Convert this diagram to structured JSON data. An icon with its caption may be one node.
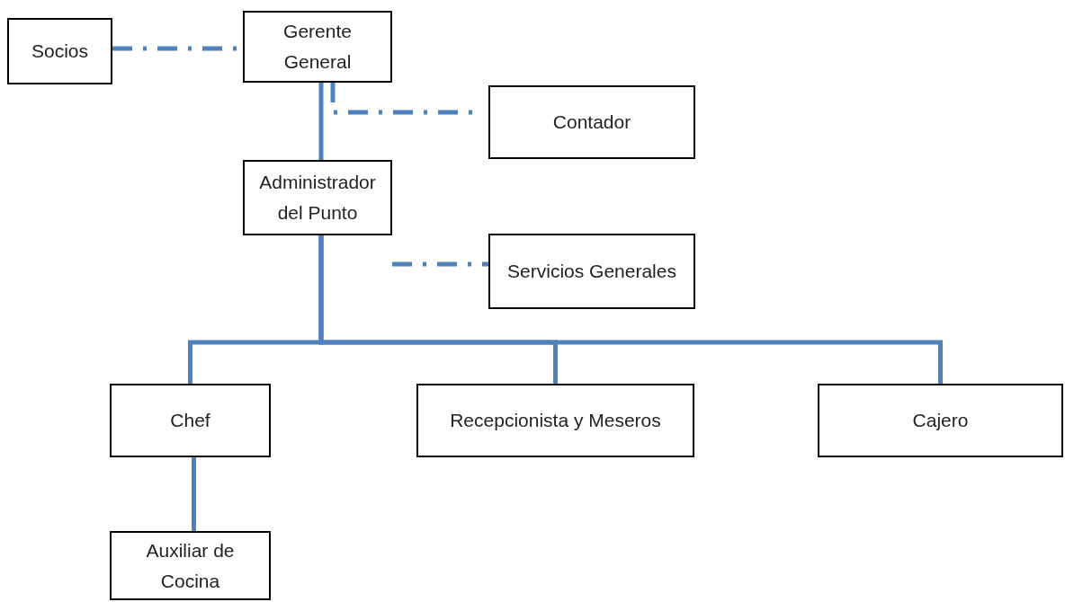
{
  "diagram": {
    "nodes": [
      {
        "text": [
          "Socios"
        ]
      },
      {
        "text": [
          "Gerente General"
        ]
      },
      {
        "text": [
          "Contador"
        ]
      },
      {
        "text": [
          "Administrador del Punto"
        ]
      },
      {
        "text": [
          "Servicios Generales"
        ]
      },
      {
        "text": [
          "Chef"
        ]
      },
      {
        "text": [
          "Recepcionista y Meseros"
        ]
      },
      {
        "text": [
          "Cajero"
        ]
      },
      {
        "text": [
          "Auxiliar de Cocina"
        ]
      }
    ],
    "edges": [
      {
        "from": 0,
        "to": 1,
        "arrow": "none",
        "style": "dashed"
      },
      {
        "from": 1,
        "to": 3,
        "arrow": "none"
      },
      {
        "from": 1,
        "to": 2,
        "arrow": "none",
        "style": "dashed"
      },
      {
        "from": 3,
        "to": 4,
        "arrow": "none",
        "style": "dashed"
      },
      {
        "from": 3,
        "to": 5,
        "arrow": "none"
      },
      {
        "from": 3,
        "to": 6,
        "arrow": "none"
      },
      {
        "from": 3,
        "to": 7,
        "arrow": "none"
      },
      {
        "from": 5,
        "to": 8,
        "arrow": "none"
      }
    ]
  }
}
